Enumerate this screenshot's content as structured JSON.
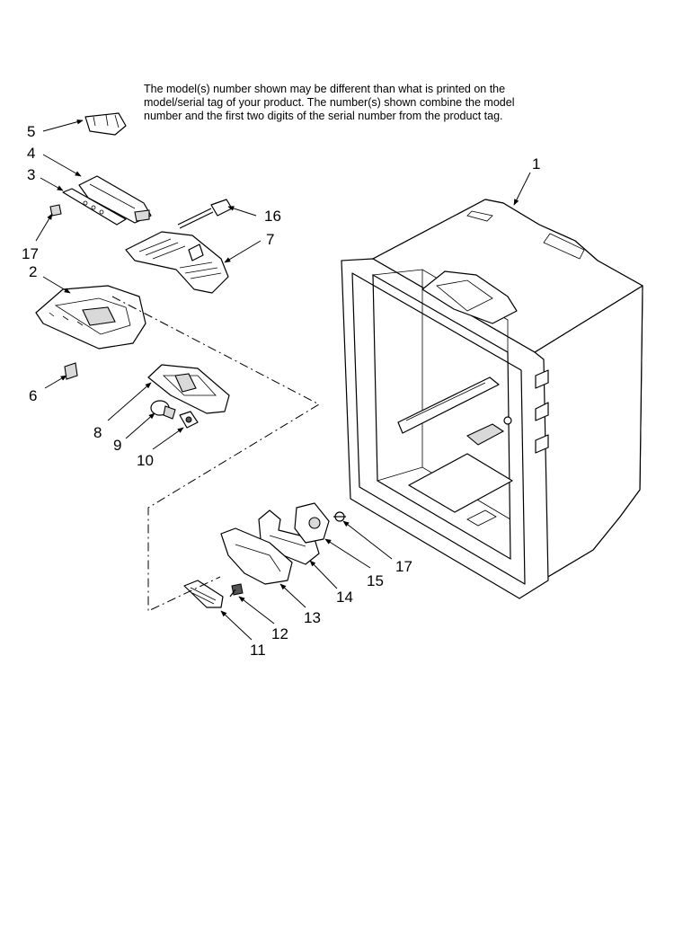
{
  "note": {
    "line1": "The model(s) number shown may be different than what is printed on the",
    "line2": "model/serial tag of your product. The number(s) shown combine the model",
    "line3": "number and the first two digits of the serial number from the product tag."
  },
  "callouts": {
    "c1": "1",
    "c2": "2",
    "c3": "3",
    "c4": "4",
    "c5": "5",
    "c6": "6",
    "c7": "7",
    "c8": "8",
    "c9": "9",
    "c10": "10",
    "c11": "11",
    "c12": "12",
    "c13": "13",
    "c14": "14",
    "c15": "15",
    "c16": "16",
    "c17a": "17",
    "c17b": "17"
  }
}
